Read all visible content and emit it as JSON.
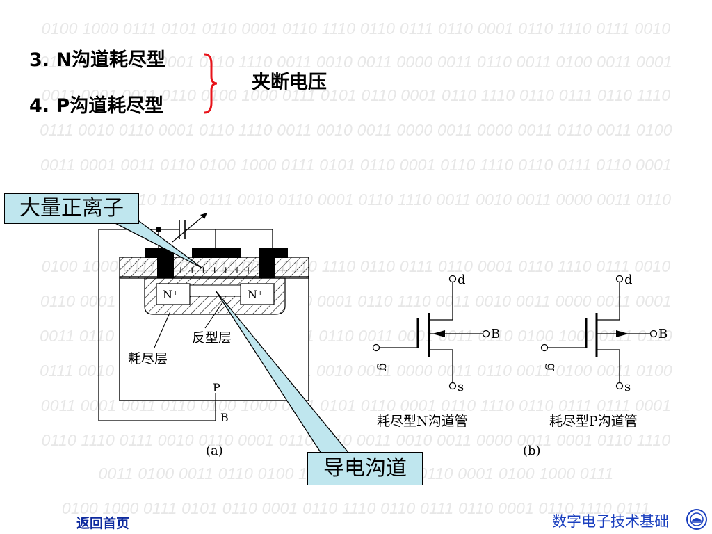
{
  "background": {
    "text_color": "#e7e7e7",
    "lines": [
      "0100 1000 0111 0101 0110 0001 0110 1110 0110 0111 0110 0001 0110 1110 0111 0010",
      "0111 0010 0110 0001 0110 1110 0011 0010 0011 0000 0011 0110 0011 0100 0011 0001",
      "0011 0001 0011 0110 0100 1000 0111 0101 0110 0001 0110 1110 0110 0111 0110 1110",
      "0111 0010 0110 0001 0110 1110 0011 0010 0011 0000 0011 0000 0011 0110 0011 0100",
      "0011 0001 0011 0110 0100 1000 0111 0101 0110 0001 0110 1110 0110 0111 0110 0001",
      "0110 0001 0110 1110 0111 0010 0110 0001 0110 1110 0011 0010 0011 0000 0011 0110",
      "0100 1000 0111 0101 0110 0001 0110 1110 0110 0111 0110 0001 0110 1110 0111 0010",
      "0110 0001 0110 1110 0111 0010 0110 0001 0110 1110 0011 0010 0011 0000 0011 0001",
      "0011 0110 0011 0001 0011 0000 0011 0110 0011 0001 0011 0110 0100 1000 0111 0110",
      "0111 0010 0110 0001 0110 1110 0011 0010 0011 0000 0011 0110 0011 0100 0011 0100",
      "0011 0001 0011 0110 0100 1000 0111 0101 0110 0001 0110 1110 0110 0111 0111 0001",
      "0110 1110 0111 0010 0110 0001 0110 1110 0011 0010 0011 0000 0011 0001 0110 1110",
      "0011 0100 0011 0110 0100 1000 0111 0101 0110 0001 0100 1000 0111",
      "0100 1000 0111 0101 0110 0001 0110 1110 0110 0111 0110 0001 0110 1110 0111"
    ]
  },
  "headings": {
    "item3": "3. N沟道耗尽型",
    "item4": "4. P沟道耗尽型",
    "pinch_off": "夹断电压",
    "brace_color": "#e8141b"
  },
  "callouts": {
    "positive_ions": "大量正离子",
    "conductive_channel": "导电沟道",
    "box_color": "#bfe6ee"
  },
  "figure_a": {
    "n_plus_left": "N⁺",
    "n_plus_right": "N⁺",
    "inversion_layer": "反型层",
    "depletion_layer": "耗尽层",
    "substrate": "P",
    "body_terminal": "B",
    "caption": "(a)",
    "charges": "+ + + + + + + + + + +"
  },
  "figure_b": {
    "n_symbol": {
      "drain": "d",
      "gate": "g",
      "source": "s",
      "body": "B",
      "caption": "耗尽型N沟道管"
    },
    "p_symbol": {
      "drain": "d",
      "gate": "g",
      "source": "s",
      "body": "B",
      "caption": "耗尽型P沟道管"
    },
    "caption": "(b)"
  },
  "footer": {
    "back_link": "返回首页",
    "brand": "数字电子技术基础",
    "logo_icon": "university-seal-icon"
  }
}
